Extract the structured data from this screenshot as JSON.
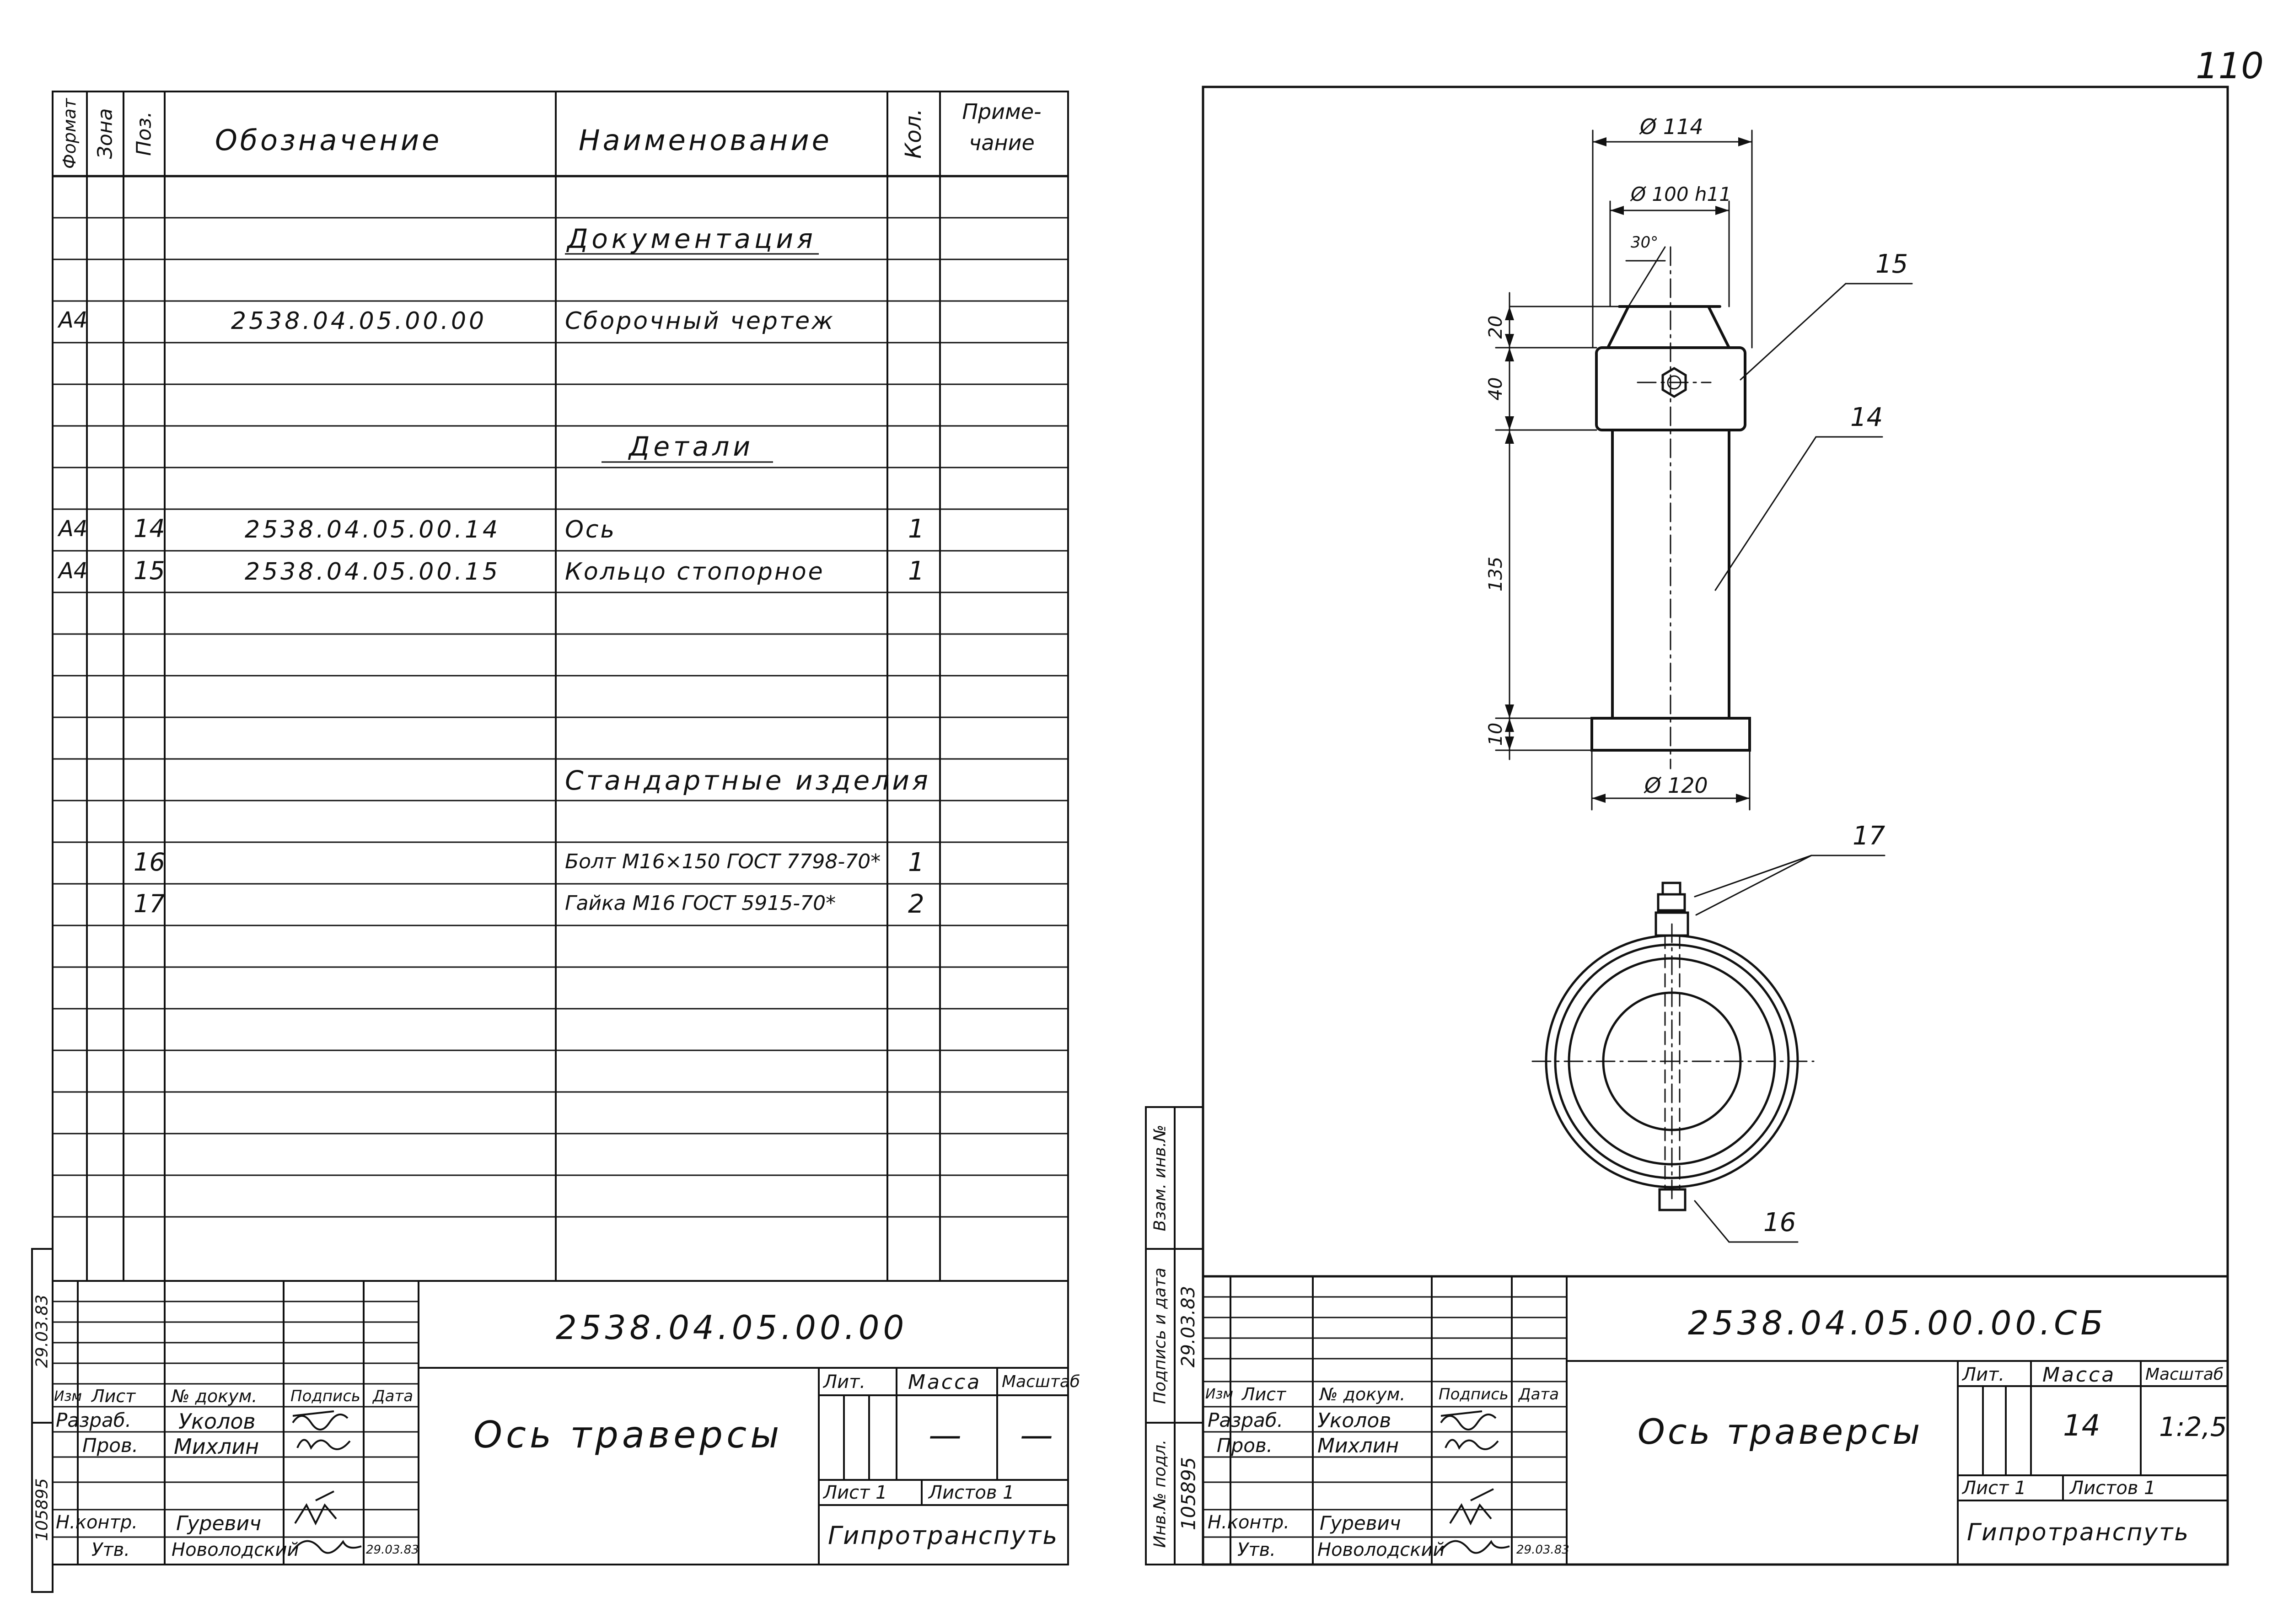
{
  "page_number": "110",
  "spec": {
    "headers": {
      "format": "Формат",
      "zone": "Зона",
      "pos": "Поз.",
      "designation": "Обозначение",
      "name": "Наименование",
      "qty": "Кол.",
      "note": "Приме-чание"
    },
    "rows": [
      {
        "kind": "section",
        "name": "Документация"
      },
      {
        "format": "А4",
        "pos": "",
        "designation": "2538.04.05.00.00",
        "name": "Сборочный чертеж",
        "qty": ""
      },
      {
        "kind": "section",
        "name": "Детали"
      },
      {
        "format": "А4",
        "pos": "14",
        "designation": "2538.04.05.00.14",
        "name": "Ось",
        "qty": "1"
      },
      {
        "format": "А4",
        "pos": "15",
        "designation": "2538.04.05.00.15",
        "name": "Кольцо стопорное",
        "qty": "1"
      },
      {
        "kind": "section_plain",
        "name": "Стандартные изделия"
      },
      {
        "format": "",
        "pos": "16",
        "designation": "",
        "name": "Болт М16×150 ГОСТ 7798-70*",
        "qty": "1"
      },
      {
        "format": "",
        "pos": "17",
        "designation": "",
        "name": "Гайка М16 ГОСТ 5915-70*",
        "qty": "2"
      }
    ],
    "side_stamp": {
      "inv": "105895",
      "date": "29.03.83"
    }
  },
  "title_left": {
    "code": "2538.04.05.00.00",
    "title": "Ось траверсы",
    "org": "Гипротранспуть",
    "col_headers": {
      "izm": "Изм",
      "list": "Лист",
      "doc": "№ докум.",
      "sign": "Подпись",
      "date": "Дата"
    },
    "rows": [
      {
        "role": "Разраб.",
        "name": "Уколов"
      },
      {
        "role": "Пров.",
        "name": "Михлин"
      },
      {
        "role": "Н.контр.",
        "name": "Гуревич"
      },
      {
        "role": "Утв.",
        "name": "Новолодский",
        "date": "29.03.83"
      }
    ],
    "lit_label": "Лит.",
    "mass_label": "Масса",
    "scale_label": "Масштаб",
    "mass": "—",
    "scale": "—",
    "sheet": "Лист 1",
    "sheets": "Листов 1"
  },
  "drawing": {
    "dims": {
      "d114": "Ø 114",
      "d100": "Ø 100 h11",
      "d120": "Ø 120",
      "angle": "30°",
      "h20": "20",
      "h40": "40",
      "h135": "135",
      "h10": "10"
    },
    "callouts": {
      "c14": "14",
      "c15": "15",
      "c16": "16",
      "c17": "17"
    }
  },
  "side_right": {
    "inv_label": "Инв.№ подл.",
    "inv": "105895",
    "sign_label": "Подпись и дата",
    "date": "29.03.83",
    "swap_label": "Взам. инв.№"
  },
  "title_right": {
    "code": "2538.04.05.00.00.СБ",
    "title": "Ось траверсы",
    "org": "Гипротранспуть",
    "col_headers": {
      "izm": "Изм",
      "list": "Лист",
      "doc": "№ докум.",
      "sign": "Подпись",
      "date": "Дата"
    },
    "rows": [
      {
        "role": "Разраб.",
        "name": "Уколов"
      },
      {
        "role": "Пров.",
        "name": "Михлин"
      },
      {
        "role": "Н.контр.",
        "name": "Гуревич"
      },
      {
        "role": "Утв.",
        "name": "Новолодский",
        "date": "29.03.83"
      }
    ],
    "lit_label": "Лит.",
    "mass_label": "Масса",
    "scale_label": "Масштаб",
    "mass": "14",
    "scale": "1:2,5",
    "sheet": "Лист 1",
    "sheets": "Листов 1"
  }
}
